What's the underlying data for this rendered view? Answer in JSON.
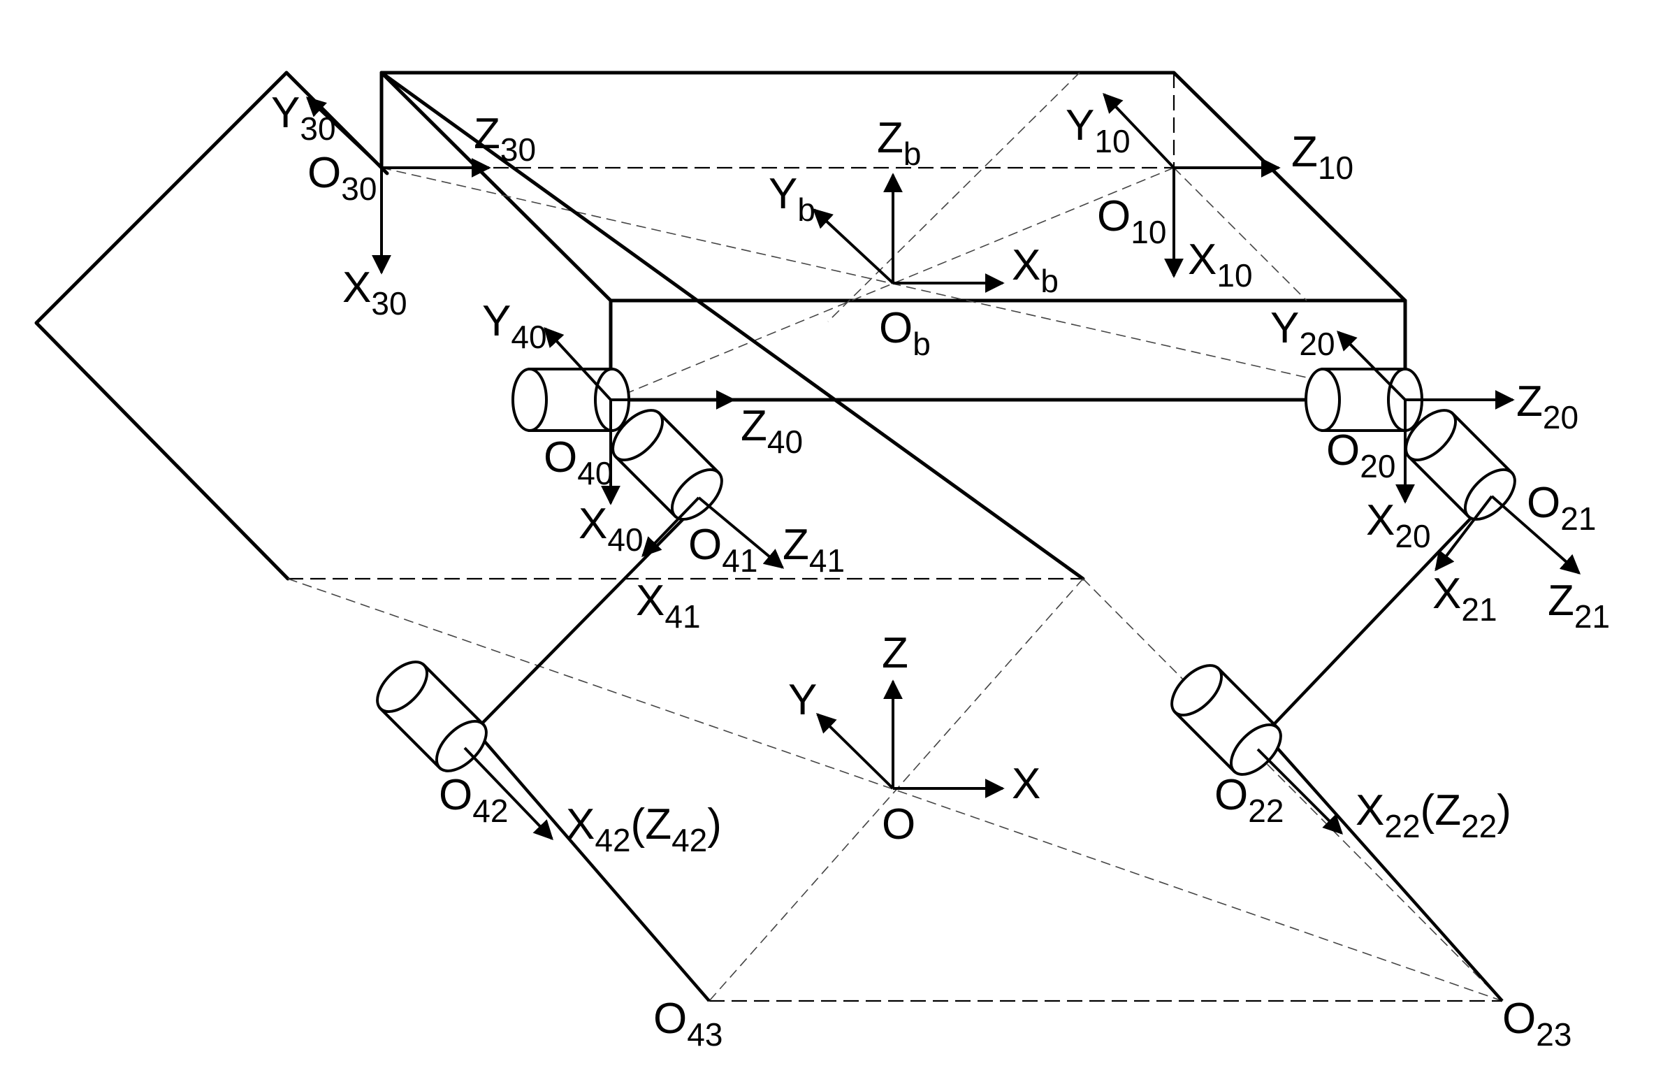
{
  "diagram": {
    "frames": {
      "base": {
        "origin": "O",
        "x": "X",
        "y": "Y",
        "z": "Z"
      },
      "body": {
        "origin": "Ob",
        "x": "Xb",
        "y": "Yb",
        "z": "Zb"
      },
      "leg1": {
        "origin": "O10",
        "x": "X10",
        "y": "Y10",
        "z": "Z10"
      },
      "leg2_hip": {
        "origin": "O20",
        "x": "X20",
        "y": "Y20",
        "z": "Z20"
      },
      "leg2_knee1": {
        "origin": "O21",
        "x": "X21",
        "z": "Z21"
      },
      "leg2_knee2": {
        "origin": "O22",
        "x": "X22",
        "z": "Z22"
      },
      "leg2_foot": {
        "origin": "O23"
      },
      "leg3": {
        "origin": "O30",
        "x": "X30",
        "y": "Y30",
        "z": "Z30"
      },
      "leg4_hip": {
        "origin": "O40",
        "x": "X40",
        "y": "Y40",
        "z": "Z40"
      },
      "leg4_knee1": {
        "origin": "O41",
        "x": "X41",
        "z": "Z41"
      },
      "leg4_knee2": {
        "origin": "O42",
        "x": "X42",
        "z": "Z42"
      },
      "leg4_foot": {
        "origin": "O43"
      }
    },
    "labels": [
      {
        "id": "Y30",
        "base": "Y",
        "sub": "30"
      },
      {
        "id": "Z30",
        "base": "Z",
        "sub": "30"
      },
      {
        "id": "O30",
        "base": "O",
        "sub": "30"
      },
      {
        "id": "X30",
        "base": "X",
        "sub": "30"
      },
      {
        "id": "Zb",
        "base": "Z",
        "sub": "b"
      },
      {
        "id": "Yb",
        "base": "Y",
        "sub": "b"
      },
      {
        "id": "Xb",
        "base": "X",
        "sub": "b"
      },
      {
        "id": "Ob",
        "base": "O",
        "sub": "b"
      },
      {
        "id": "Y10",
        "base": "Y",
        "sub": "10"
      },
      {
        "id": "Z10",
        "base": "Z",
        "sub": "10"
      },
      {
        "id": "O10",
        "base": "O",
        "sub": "10"
      },
      {
        "id": "X10",
        "base": "X",
        "sub": "10"
      },
      {
        "id": "Y40",
        "base": "Y",
        "sub": "40"
      },
      {
        "id": "Z40",
        "base": "Z",
        "sub": "40"
      },
      {
        "id": "O40",
        "base": "O",
        "sub": "40"
      },
      {
        "id": "X40",
        "base": "X",
        "sub": "40"
      },
      {
        "id": "O41",
        "base": "O",
        "sub": "41"
      },
      {
        "id": "Z41",
        "base": "Z",
        "sub": "41"
      },
      {
        "id": "X41",
        "base": "X",
        "sub": "41"
      },
      {
        "id": "Y20",
        "base": "Y",
        "sub": "20"
      },
      {
        "id": "Z20",
        "base": "Z",
        "sub": "20"
      },
      {
        "id": "O20",
        "base": "O",
        "sub": "20"
      },
      {
        "id": "X20",
        "base": "X",
        "sub": "20"
      },
      {
        "id": "O21",
        "base": "O",
        "sub": "21"
      },
      {
        "id": "X21",
        "base": "X",
        "sub": "21"
      },
      {
        "id": "Z21",
        "base": "Z",
        "sub": "21"
      },
      {
        "id": "Z",
        "base": "Z",
        "sub": ""
      },
      {
        "id": "Y",
        "base": "Y",
        "sub": ""
      },
      {
        "id": "X",
        "base": "X",
        "sub": ""
      },
      {
        "id": "O",
        "base": "O",
        "sub": ""
      },
      {
        "id": "O42",
        "base": "O",
        "sub": "42"
      },
      {
        "id": "X42Z42",
        "base": "X",
        "sub": "42",
        "paren_base": "Z",
        "paren_sub": "42"
      },
      {
        "id": "O22",
        "base": "O",
        "sub": "22"
      },
      {
        "id": "X22Z22",
        "base": "X",
        "sub": "22",
        "paren_base": "Z",
        "paren_sub": "22"
      },
      {
        "id": "O43",
        "base": "O",
        "sub": "43"
      },
      {
        "id": "O23",
        "base": "O",
        "sub": "23"
      }
    ]
  }
}
